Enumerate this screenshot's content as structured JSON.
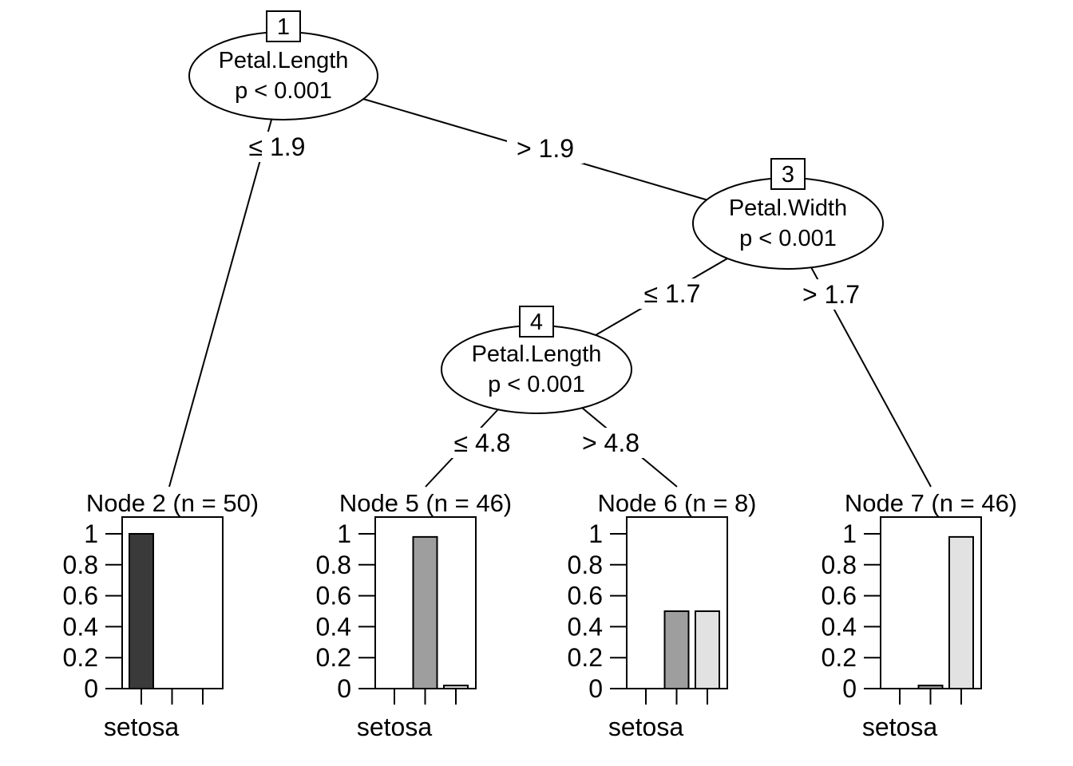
{
  "tree": {
    "inner_nodes": [
      {
        "id": "1",
        "variable": "Petal.Length",
        "p_value": "p < 0.001"
      },
      {
        "id": "3",
        "variable": "Petal.Width",
        "p_value": "p < 0.001"
      },
      {
        "id": "4",
        "variable": "Petal.Length",
        "p_value": "p < 0.001"
      }
    ],
    "edges": [
      {
        "from": "1",
        "label": "≤ 1.9"
      },
      {
        "from": "1",
        "label": "> 1.9"
      },
      {
        "from": "3",
        "label": "≤ 1.7"
      },
      {
        "from": "3",
        "label": "> 1.7"
      },
      {
        "from": "4",
        "label": "≤ 4.8"
      },
      {
        "from": "4",
        "label": "> 4.8"
      }
    ]
  },
  "chart_data": [
    {
      "type": "bar",
      "title": "Node 2 (n = 50)",
      "n": 50,
      "values": [
        1,
        0,
        0
      ],
      "x_tick_label": "setosa",
      "y_ticks": [
        0,
        0.2,
        0.4,
        0.6,
        0.8,
        1
      ],
      "ylim": [
        0,
        1
      ]
    },
    {
      "type": "bar",
      "title": "Node 5 (n = 46)",
      "n": 46,
      "values": [
        0,
        0.98,
        0.02
      ],
      "x_tick_label": "setosa",
      "y_ticks": [
        0,
        0.2,
        0.4,
        0.6,
        0.8,
        1
      ],
      "ylim": [
        0,
        1
      ]
    },
    {
      "type": "bar",
      "title": "Node 6 (n = 8)",
      "n": 8,
      "values": [
        0,
        0.5,
        0.5
      ],
      "x_tick_label": "setosa",
      "y_ticks": [
        0,
        0.2,
        0.4,
        0.6,
        0.8,
        1
      ],
      "ylim": [
        0,
        1
      ]
    },
    {
      "type": "bar",
      "title": "Node 7 (n = 46)",
      "n": 46,
      "values": [
        0,
        0.02,
        0.98
      ],
      "x_tick_label": "setosa",
      "y_ticks": [
        0,
        0.2,
        0.4,
        0.6,
        0.8,
        1
      ],
      "ylim": [
        0,
        1
      ]
    }
  ],
  "style": {
    "background": "#ffffff",
    "stroke": "#000000",
    "bar_colors": [
      "#3a3a3a",
      "#9e9e9e",
      "#e2e2e2"
    ]
  }
}
